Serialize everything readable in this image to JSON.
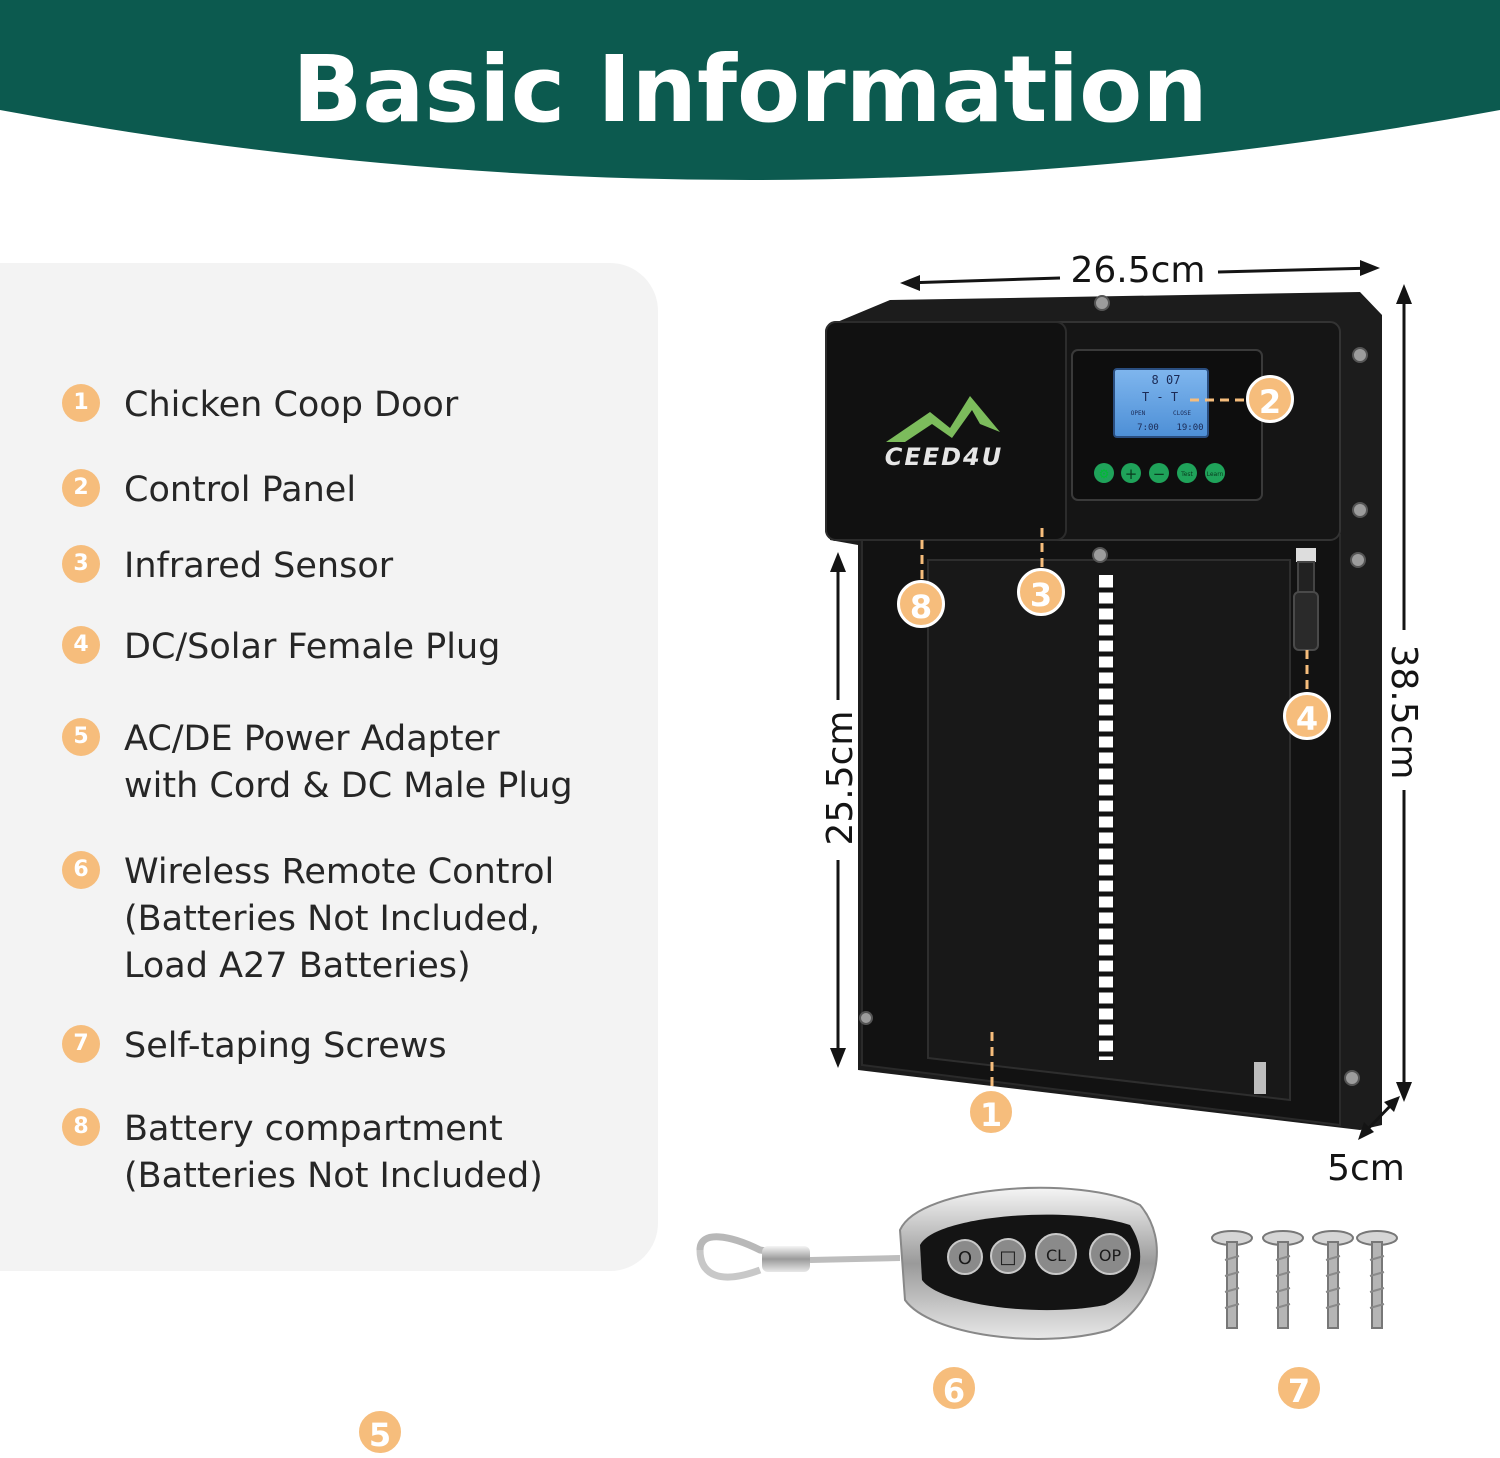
{
  "header": {
    "title": "Basic Information",
    "color": "#0c5a4f"
  },
  "legend": {
    "badge_color": "#f6bd7c",
    "items": [
      {
        "number": "1",
        "text": "Chicken Coop Door"
      },
      {
        "number": "2",
        "text": "Control Panel"
      },
      {
        "number": "3",
        "text": "Infrared Sensor"
      },
      {
        "number": "4",
        "text": "DC/Solar Female Plug"
      },
      {
        "number": "5",
        "text": "AC/DE Power Adapter\nwith Cord & DC Male Plug"
      },
      {
        "number": "6",
        "text": "Wireless Remote Control\n(Batteries Not Included,\nLoad A27 Batteries)"
      },
      {
        "number": "7",
        "text": "Self-taping Screws"
      },
      {
        "number": "8",
        "text": "Battery compartment\n(Batteries Not Included)"
      }
    ]
  },
  "product": {
    "brand": "CEED4U",
    "dimensions": {
      "width": "26.5cm",
      "height": "38.5cm",
      "door_height": "25.5cm",
      "depth": "5cm"
    },
    "lcd": {
      "line1": "8 07",
      "line2": "T - T",
      "open_label": "OPEN",
      "close_label": "CLOSE",
      "open_time": "7:00",
      "close_time": "19:00"
    },
    "buttons": [
      "⚙",
      "+",
      "−",
      "Test",
      "Learn"
    ],
    "remote_buttons": [
      "O",
      "□",
      "CL",
      "OP"
    ],
    "callouts": {
      "door": "1",
      "panel": "2",
      "sensor": "3",
      "plug": "4",
      "adapter": "5",
      "remote": "6",
      "screws": "7",
      "battery": "8"
    }
  }
}
